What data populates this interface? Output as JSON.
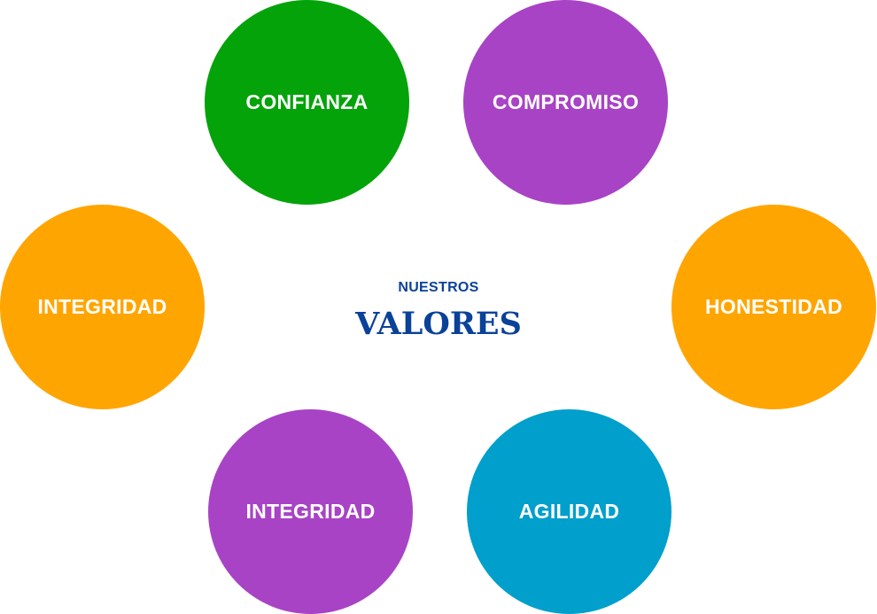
{
  "center": {
    "subtitle": "NUESTROS",
    "title": "VALORES",
    "color": "#0a4199"
  },
  "values": [
    {
      "label": "CONFIANZA",
      "color": "#04a30a",
      "position": "top-left"
    },
    {
      "label": "COMPROMISO",
      "color": "#a843c6",
      "position": "top-right"
    },
    {
      "label": "INTEGRIDAD",
      "color": "#ffa501",
      "position": "middle-left"
    },
    {
      "label": "HONESTIDAD",
      "color": "#ffa501",
      "position": "middle-right"
    },
    {
      "label": "INTEGRIDAD",
      "color": "#a843c6",
      "position": "bottom-left"
    },
    {
      "label": "AGILIDAD",
      "color": "#019fcb",
      "position": "bottom-right"
    }
  ]
}
